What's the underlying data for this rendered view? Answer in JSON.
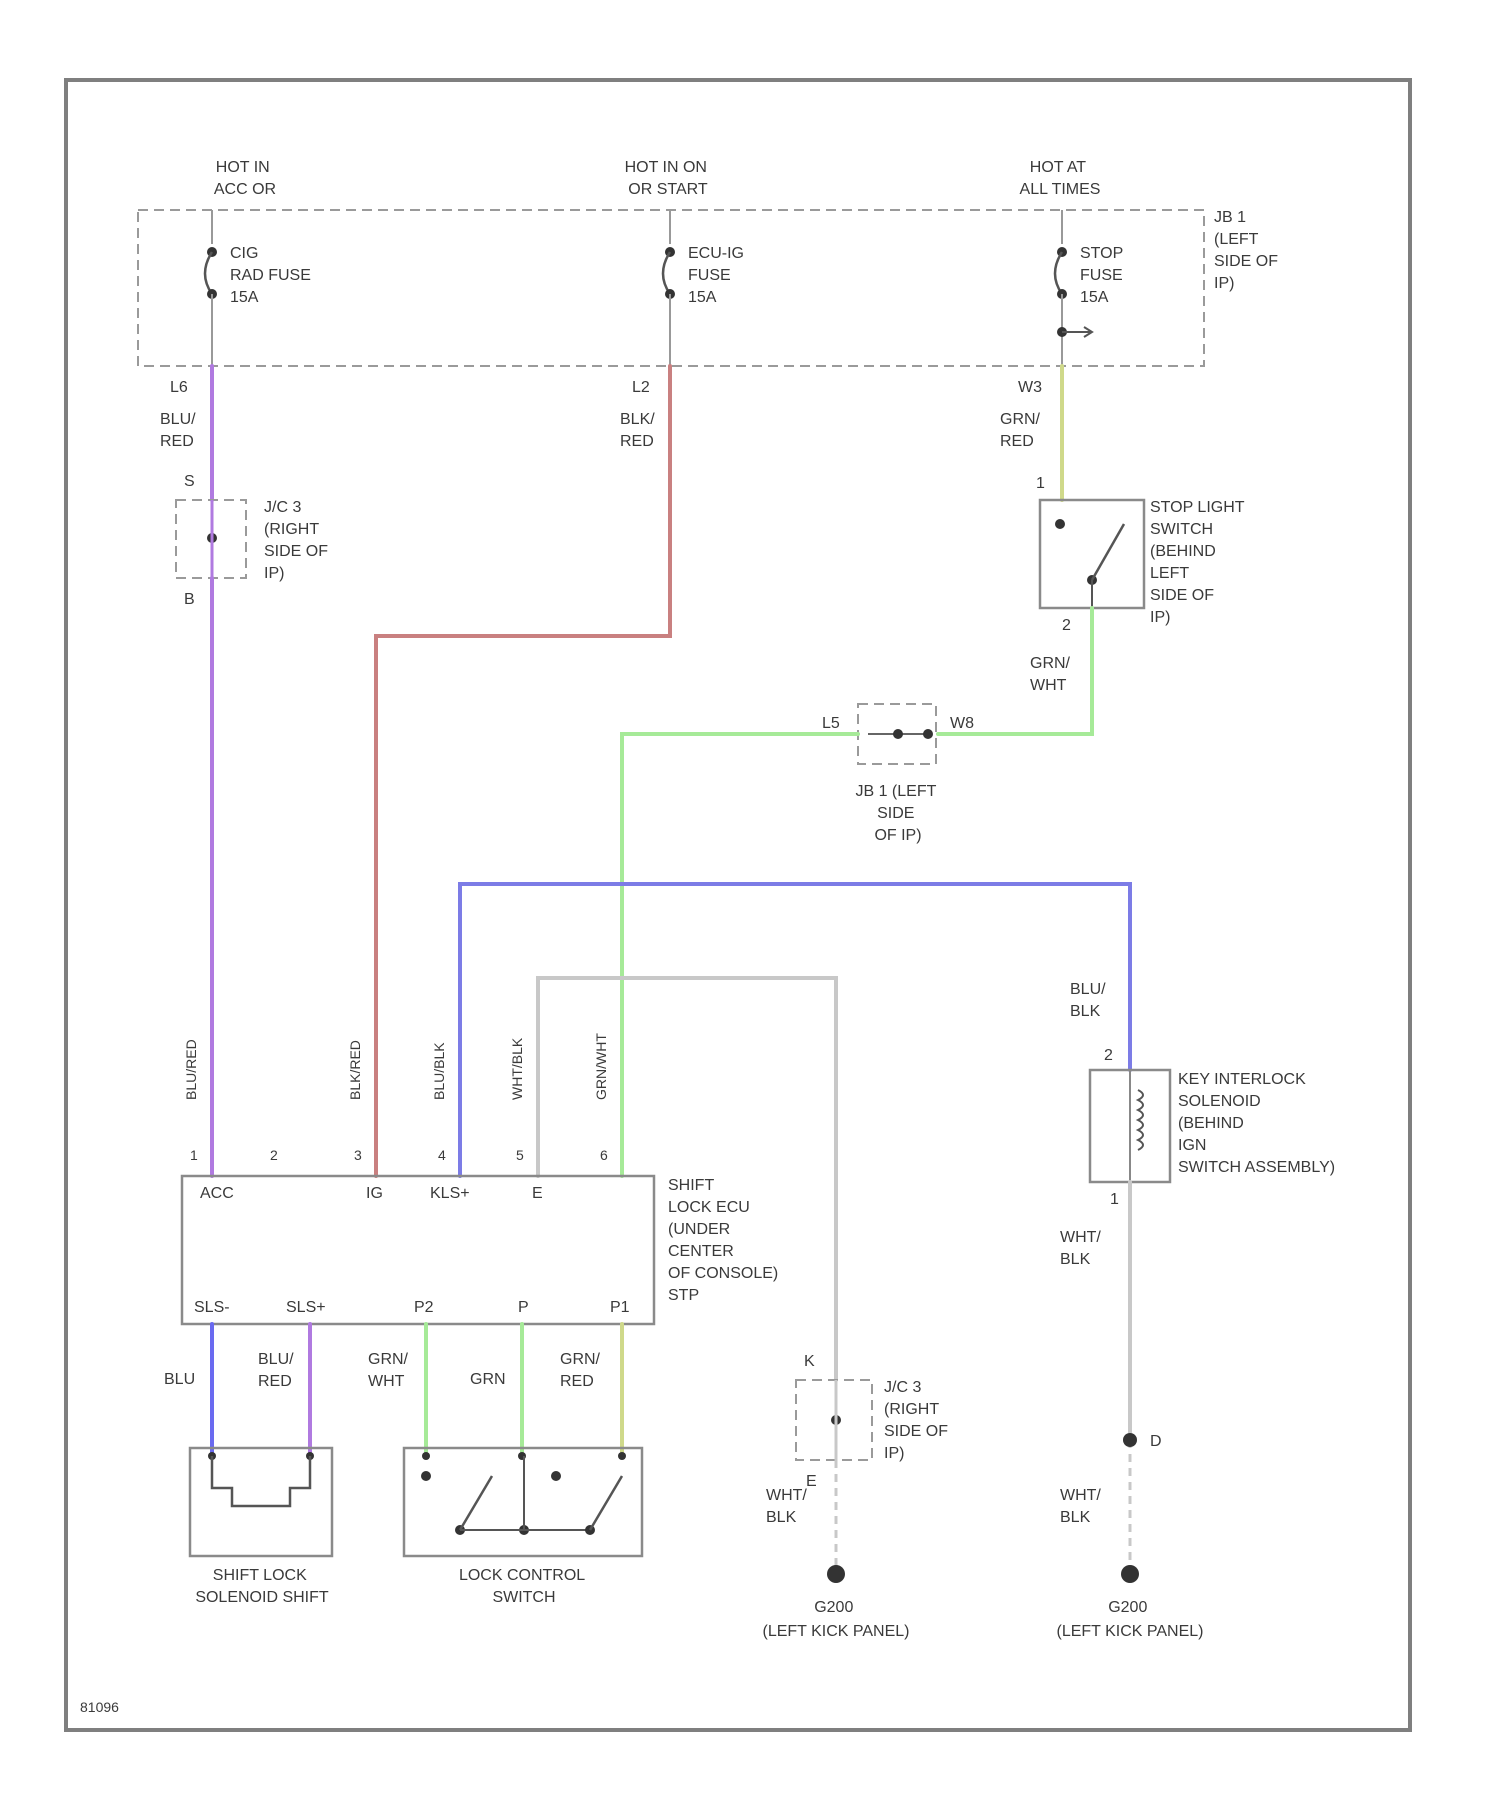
{
  "colors": {
    "blu_red": "#b07ae0",
    "blk_red": "#c98080",
    "grn_red": "#cfd98a",
    "grn_wht": "#a6ea98",
    "grn": "#a6ea98",
    "blu_blk": "#7c7ce6",
    "wht_blk": "#c8c8c8",
    "blu": "#6a6af0"
  },
  "power": {
    "top": {
      "acc": [
        "HOT IN",
        "ACC OR"
      ],
      "ign": [
        "HOT IN ON",
        "OR START"
      ],
      "bat": [
        "HOT AT",
        "ALL TIMES"
      ]
    },
    "fuses": {
      "acc": [
        "CIG",
        "RAD FUSE",
        "15A"
      ],
      "ign": [
        "ECU-IG",
        "FUSE",
        "15A"
      ],
      "stop": [
        "STOP",
        "FUSE",
        "15A"
      ]
    },
    "jb_label": [
      "JB 1",
      "(LEFT",
      "SIDE OF",
      "IP)"
    ],
    "pins": {
      "acc": "L6",
      "ign": "L2",
      "stop": "W3"
    }
  },
  "wires": {
    "acc": [
      "BLU/",
      "RED"
    ],
    "ign": [
      "BLK/",
      "RED"
    ],
    "stop": [
      "GRN/",
      "RED"
    ],
    "stop_out": [
      "GRN/",
      "WHT"
    ],
    "blu_blk": [
      "BLU/",
      "BLK"
    ],
    "wht_blk_right": [
      "WHT/",
      "BLK"
    ],
    "wht_blk_right2": [
      "WHT/",
      "BLK"
    ],
    "wht_blk_mid": [
      "WHT/",
      "BLK"
    ]
  },
  "jc3_top": {
    "pin_top": "S",
    "pin_bot": "B",
    "label": [
      "J/C 3",
      "(RIGHT",
      "SIDE OF",
      "IP)"
    ]
  },
  "stop_switch": {
    "pin_top": "1",
    "pin_bot": "2",
    "label": [
      "STOP LIGHT",
      "SWITCH",
      "(BEHIND",
      "LEFT",
      "SIDE OF",
      "IP)"
    ]
  },
  "jb1_mid": {
    "pin_left": "L5",
    "pin_right": "W8",
    "label": [
      "JB 1 (LEFT",
      "SIDE",
      "OF IP)"
    ]
  },
  "key_interlock": {
    "pin_top": "2",
    "pin_bot": "1",
    "label": [
      "KEY INTERLOCK",
      "SOLENOID",
      "(BEHIND",
      "IGN",
      "SWITCH ASSEMBLY)"
    ]
  },
  "ecu": {
    "label": [
      "SHIFT",
      "LOCK ECU",
      "(UNDER",
      "CENTER",
      "OF CONSOLE)",
      "STP"
    ],
    "top_pins": [
      "1",
      "2",
      "3",
      "4",
      "5",
      "6"
    ],
    "top_wires": [
      "BLU/RED",
      "BLK/RED",
      "BLU/BLK",
      "WHT/BLK",
      "GRN/WHT"
    ],
    "top_terms": [
      "ACC",
      "IG",
      "KLS+",
      "E"
    ],
    "bottom_terms": [
      "SLS-",
      "SLS+",
      "P2",
      "P",
      "P1"
    ],
    "bottom_wires": {
      "sls_minus": [
        "BLU"
      ],
      "sls_plus": [
        "BLU/",
        "RED"
      ],
      "p2": [
        "GRN/",
        "WHT"
      ],
      "p": [
        "GRN"
      ],
      "p1": [
        "GRN/",
        "RED"
      ]
    }
  },
  "jc3_bottom": {
    "pin_top": "K",
    "pin_bot": "E",
    "label": [
      "J/C 3",
      "(RIGHT",
      "SIDE OF",
      "IP)"
    ]
  },
  "shift_solenoid": [
    "SHIFT LOCK",
    "SOLENOID SHIFT"
  ],
  "lock_switch": [
    "LOCK CONTROL",
    "SWITCH"
  ],
  "right_pin": "D",
  "grounds": {
    "left": [
      "G200",
      "(LEFT KICK PANEL)"
    ],
    "right": [
      "G200",
      "(LEFT KICK PANEL)"
    ]
  },
  "ref_code": "81096"
}
